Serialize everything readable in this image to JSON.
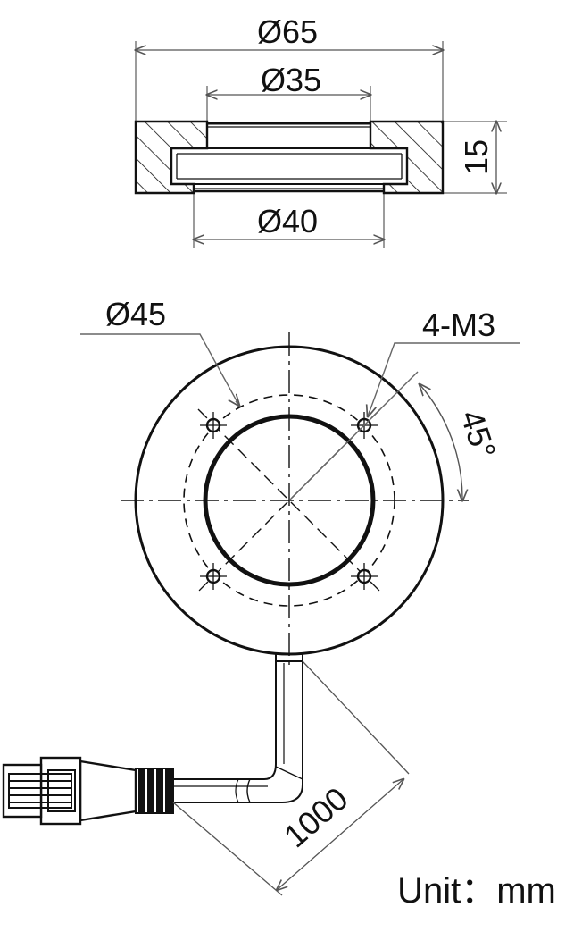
{
  "drawing": {
    "top_view": {
      "dim_outer": "Ø65",
      "dim_inner_top": "Ø35",
      "dim_inner_bottom": "Ø40",
      "dim_height": "15"
    },
    "front_view": {
      "dim_hole_circle": "Ø45",
      "dim_holes": "4-M3",
      "dim_angle": "45°",
      "dim_cable": "1000"
    },
    "unit_label": "Unit：mm"
  },
  "colors": {
    "line": "#111111",
    "dim_line": "#555555",
    "background": "#ffffff"
  }
}
